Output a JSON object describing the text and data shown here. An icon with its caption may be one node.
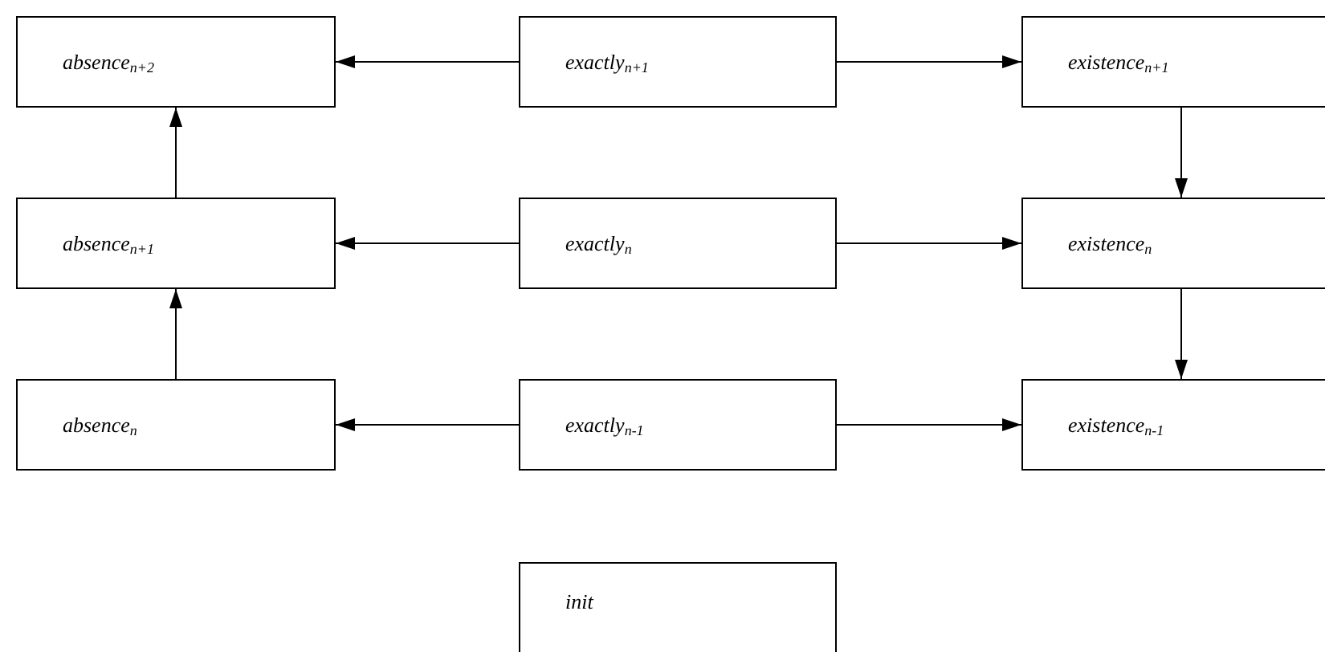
{
  "diagram": {
    "nodes": [
      {
        "text": [
          "absence$_{n+2}$"
        ]
      },
      {
        "text": [
          "exactly$_{n+1}$"
        ]
      },
      {
        "text": [
          "existence$_{n+1}$"
        ]
      },
      {
        "text": [
          "absence$_{n+1}$"
        ]
      },
      {
        "text": [
          "exactly$_{n}$"
        ]
      },
      {
        "text": [
          "existence$_{n}$"
        ]
      },
      {
        "text": [
          "absence$_{n}$"
        ]
      },
      {
        "text": [
          "exactly$_{n-1}$"
        ]
      },
      {
        "text": [
          "existence$_{n-1}$"
        ]
      },
      {
        "text": [
          "init"
        ]
      }
    ],
    "edges": [
      {
        "from": 1,
        "to": 0,
        "arrow": "to"
      },
      {
        "from": 1,
        "to": 2,
        "arrow": "to"
      },
      {
        "from": 2,
        "to": 5,
        "arrow": "to"
      },
      {
        "from": 3,
        "to": 0,
        "arrow": "to"
      },
      {
        "from": 4,
        "to": 3,
        "arrow": "to"
      },
      {
        "from": 4,
        "to": 5,
        "arrow": "to"
      },
      {
        "from": 5,
        "to": 8,
        "arrow": "to"
      },
      {
        "from": 6,
        "to": 3,
        "arrow": "to"
      },
      {
        "from": 7,
        "to": 6,
        "arrow": "to"
      },
      {
        "from": 7,
        "to": 8,
        "arrow": "to"
      }
    ]
  }
}
